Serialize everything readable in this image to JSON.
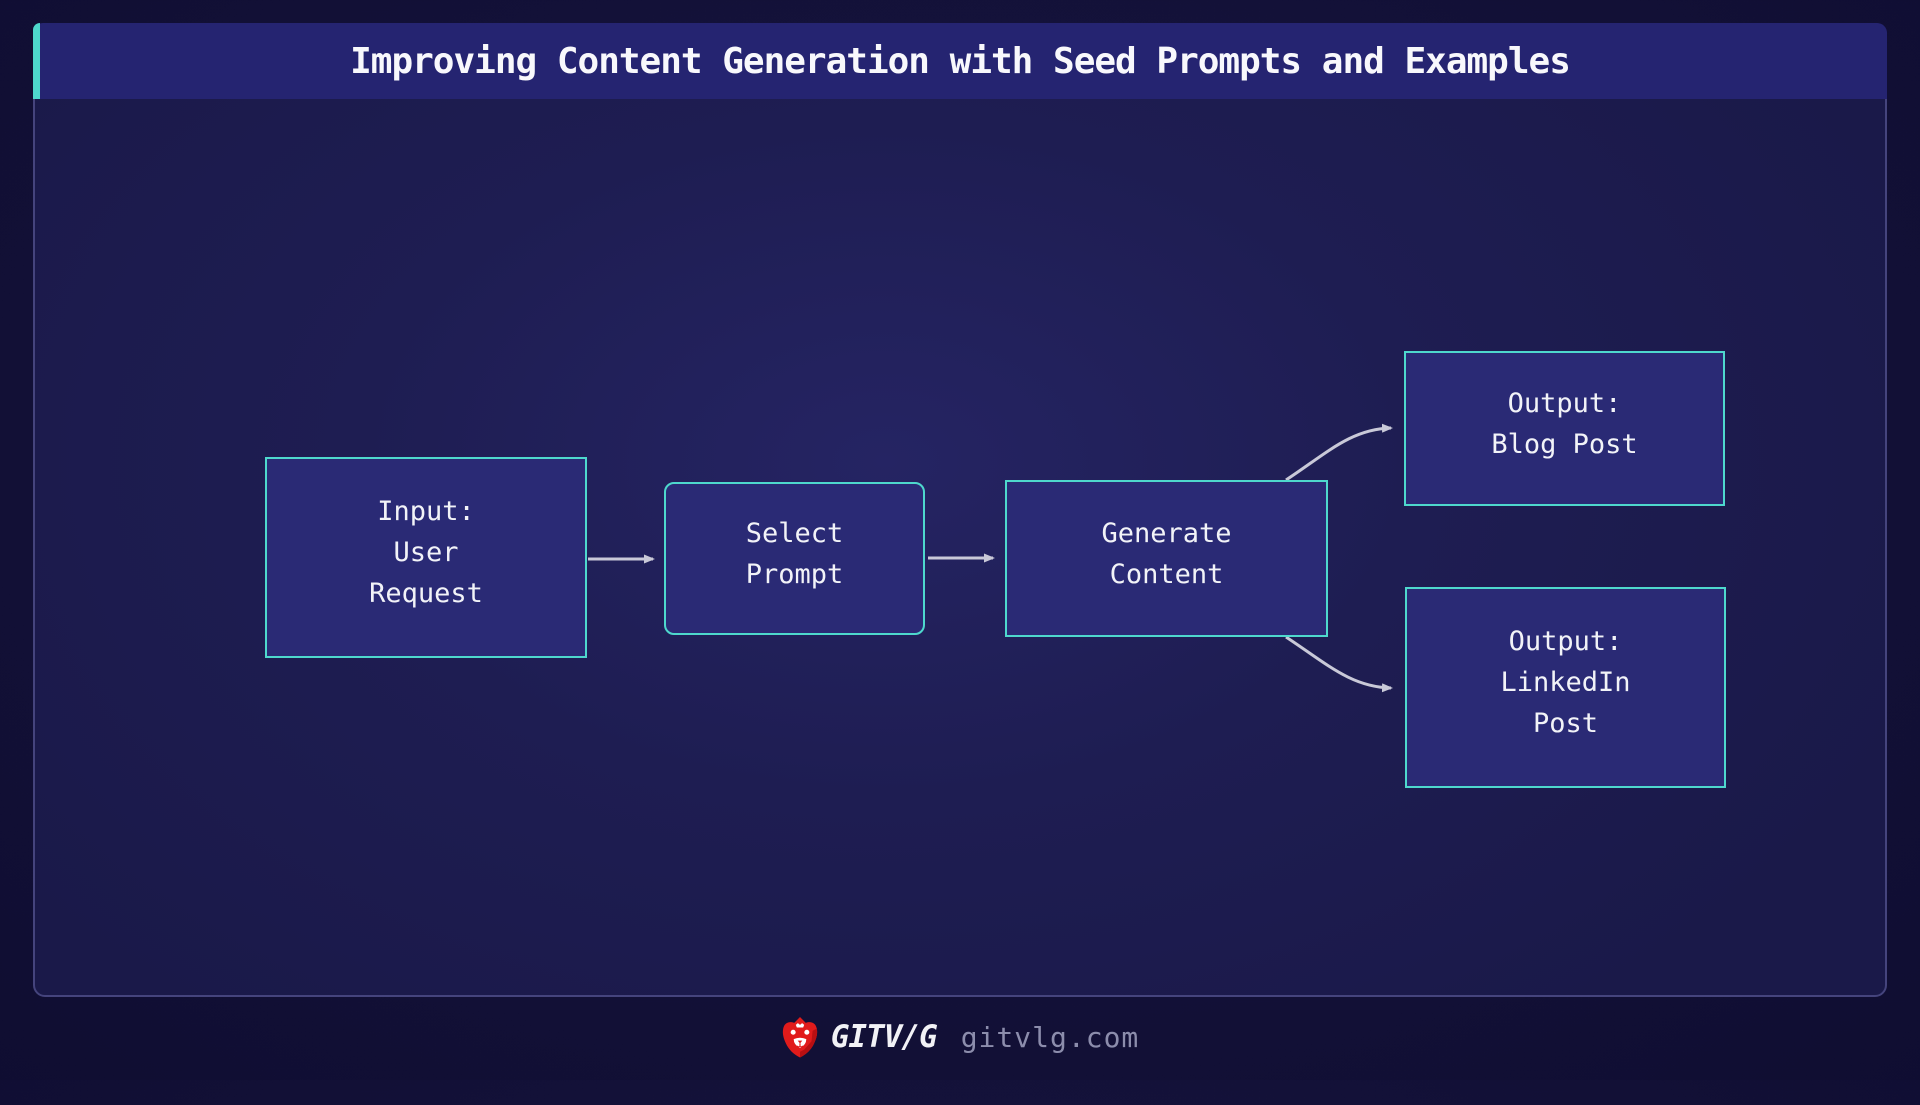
{
  "title": "Improving Content Generation with Seed Prompts and Examples",
  "nodes": {
    "input": "Input:\nUser\nRequest",
    "select": "Select\nPrompt",
    "generate": "Generate\nContent",
    "output_blog": "Output:\nBlog Post",
    "output_linkedin": "Output:\nLinkedIn\nPost"
  },
  "edges": [
    {
      "from": "input",
      "to": "select"
    },
    {
      "from": "select",
      "to": "generate"
    },
    {
      "from": "generate",
      "to": "output_blog"
    },
    {
      "from": "generate",
      "to": "output_linkedin"
    }
  ],
  "footer": {
    "brand": "GITV/G",
    "site": "gitvlg.com"
  },
  "colors": {
    "accent_cyan": "#4ed8cd",
    "node_fill": "#2a2a75",
    "titlebar_fill": "#252471",
    "panel_fill": "#1e1d52",
    "page_background": "#131138",
    "panel_border": "#45447d",
    "arrow": "#c9c9d8",
    "brand_red": "#e11b1b",
    "site_text": "#8c8dac",
    "text_white": "#f2f3f8"
  }
}
